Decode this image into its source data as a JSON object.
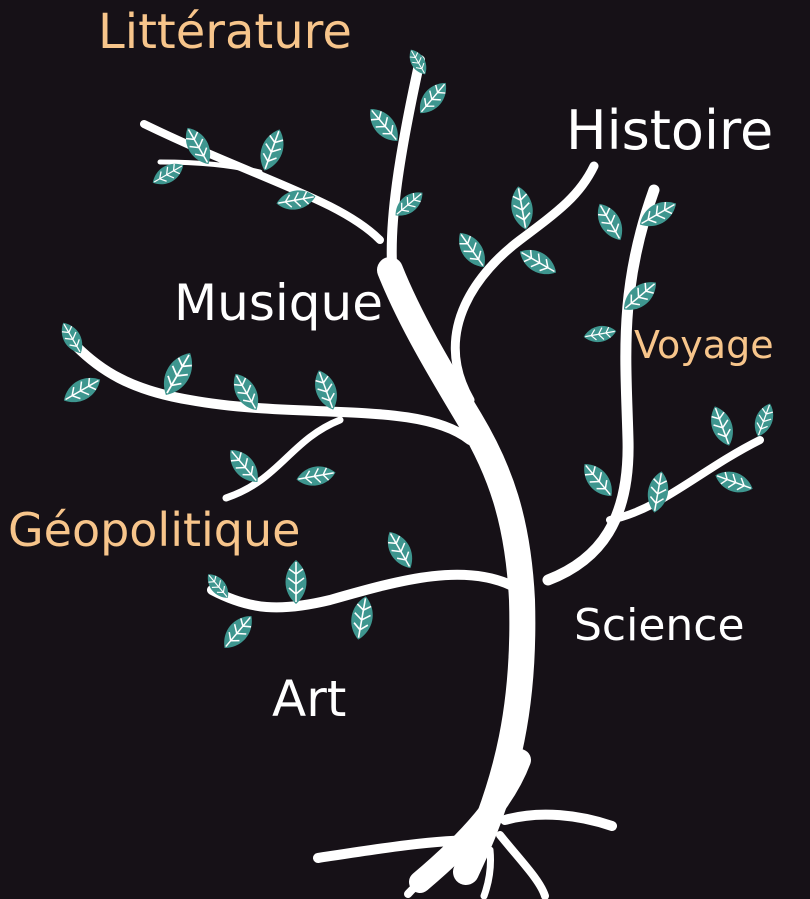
{
  "labels": {
    "litterature": "Littérature",
    "histoire": "Histoire",
    "musique": "Musique",
    "voyage": "Voyage",
    "geopolitique": "Géopolitique",
    "science": "Science",
    "art": "Art"
  },
  "colors": {
    "background": "#161117",
    "branch": "#ffffff",
    "leaf": "#3e968f",
    "leaf_vein": "#ffffff",
    "orange_text": "#f7c58b",
    "white_text": "#ffffff"
  }
}
